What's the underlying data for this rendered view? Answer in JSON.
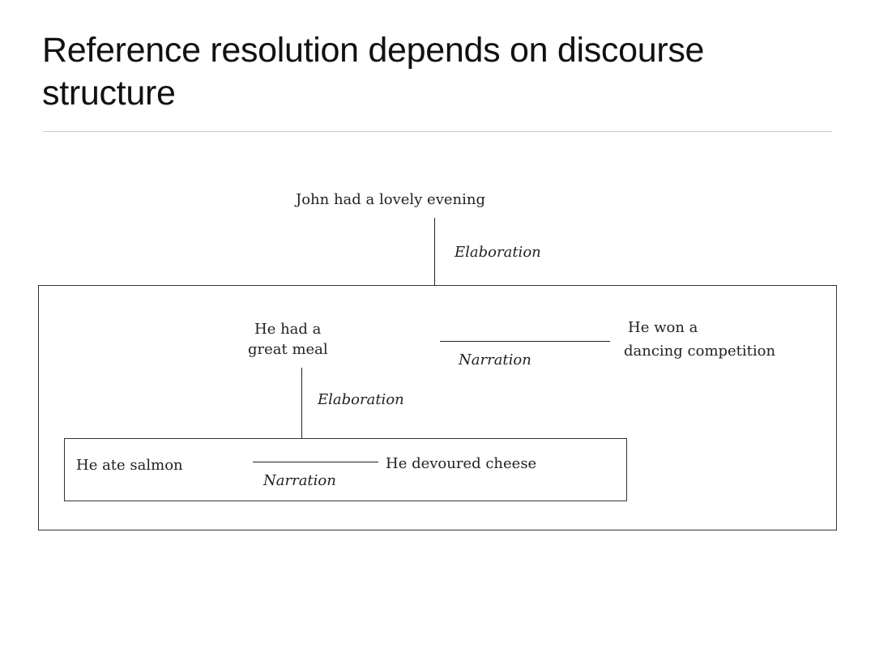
{
  "slide": {
    "title_line1": "Reference resolution depends on discourse",
    "title_line2": "structure"
  },
  "diagram": {
    "nodes": {
      "root": "John had a lovely evening",
      "meal_line1": "He had a",
      "meal_line2": "great meal",
      "competition_line1": "He won a",
      "competition_line2": "dancing competition",
      "salmon": "He ate salmon",
      "cheese": "He devoured cheese"
    },
    "relations": {
      "root_to_box": "Elaboration",
      "meal_to_competition": "Narration",
      "meal_to_subbox": "Elaboration",
      "salmon_to_cheese": "Narration"
    }
  }
}
